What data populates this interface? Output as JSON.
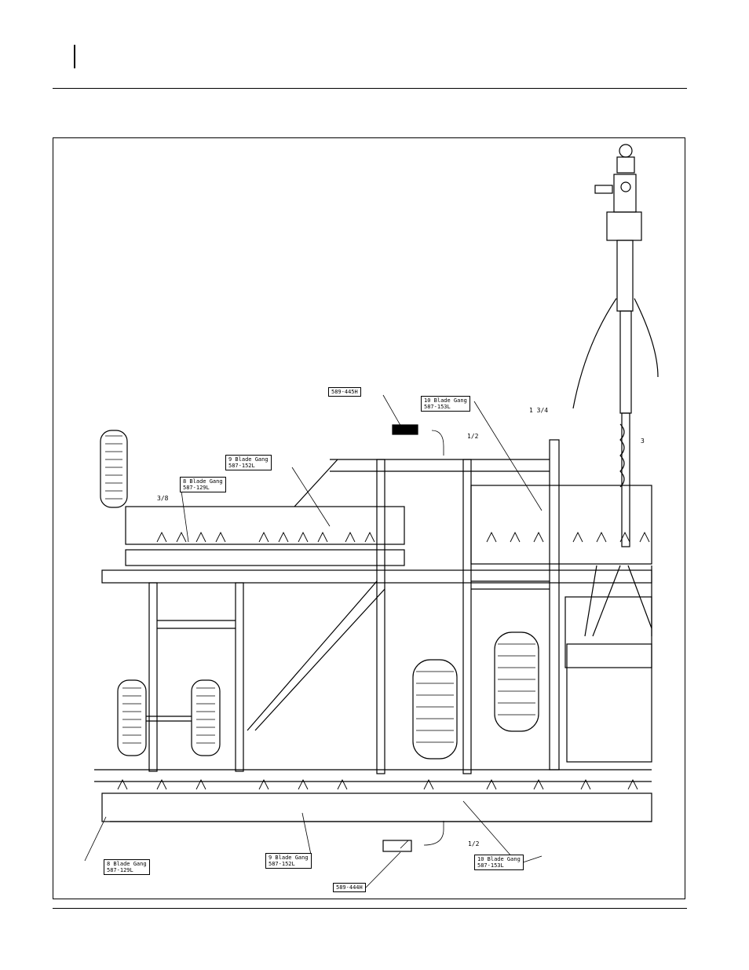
{
  "callouts": {
    "part_589_445h": "589-445H",
    "gang10_top": {
      "line1": "10 Blade Gang",
      "line2": "587-153L"
    },
    "gang9_top": {
      "line1": "9 Blade Gang",
      "line2": "587-152L"
    },
    "gang8_top": {
      "line1": "8 Blade Gang",
      "line2": "587-129L"
    },
    "gang8_bottom": {
      "line1": "8 Blade Gang",
      "line2": "587-129L"
    },
    "gang9_bottom": {
      "line1": "9 Blade Gang",
      "line2": "587-152L"
    },
    "gang10_bottom": {
      "line1": "10 Blade Gang",
      "line2": "587-153L"
    },
    "part_589_444h": "589-444H"
  },
  "dimensions": {
    "half_top": "1/2",
    "three_eighths": "3/8",
    "one_three_quarter": "1 3/4",
    "three": "3",
    "half_bottom": "1/2"
  }
}
